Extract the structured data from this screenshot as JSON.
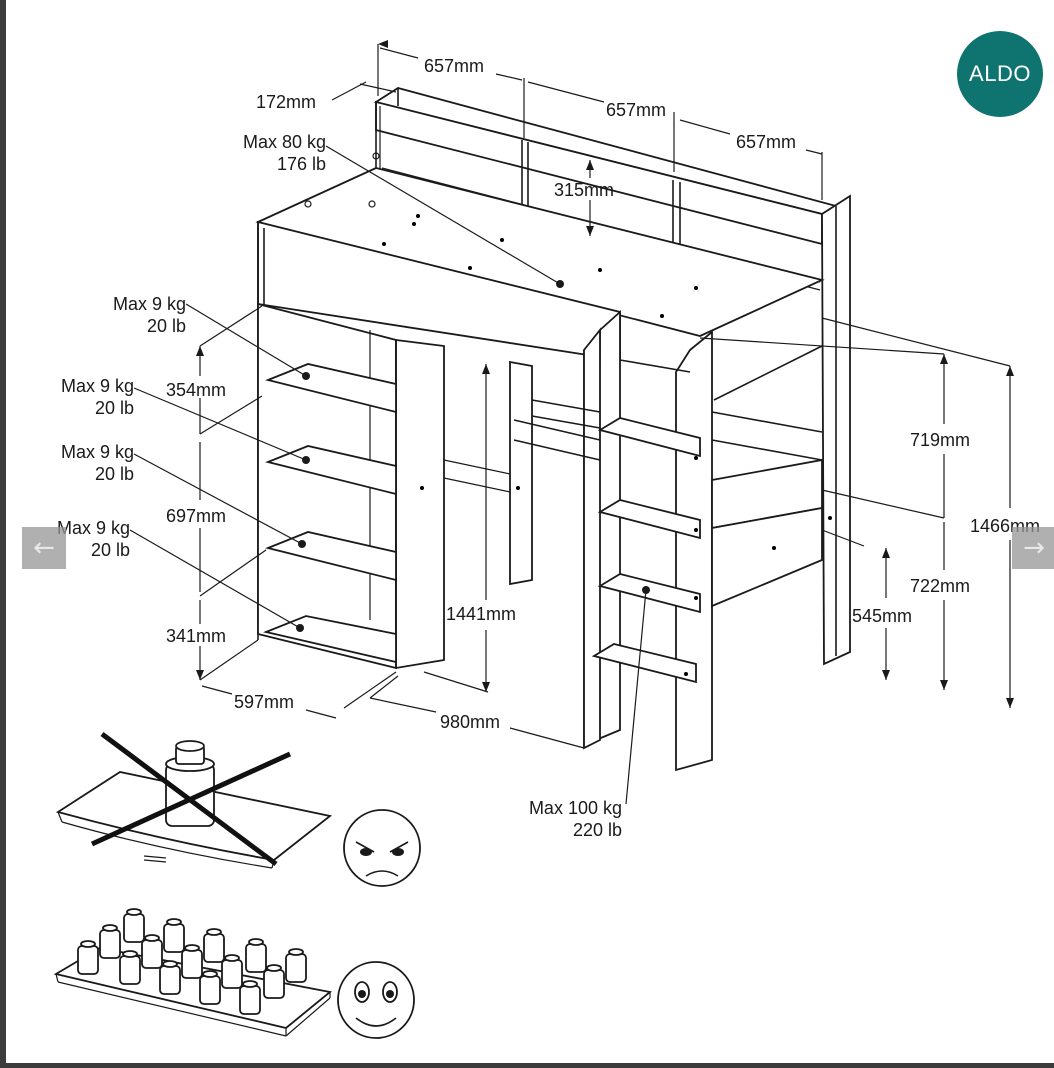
{
  "brand": {
    "logo_text": "ALDO",
    "logo_color": "#0f7470"
  },
  "navigation": {
    "prev_icon": "arrow-left-icon",
    "next_icon": "arrow-right-icon",
    "prev_glyph": "←",
    "next_glyph": "→"
  },
  "dimensions": {
    "top_width_1": "657mm",
    "top_width_2": "657mm",
    "top_width_3": "657mm",
    "top_depth": "172mm",
    "top_shelf_height": "315mm",
    "shelf_gap_1": "354mm",
    "shelf_gap_2": "697mm",
    "shelf_gap_3": "341mm",
    "cabinet_width": "597mm",
    "overall_depth": "980mm",
    "ladder_height": "1441mm",
    "underbed_clearance": "719mm",
    "overall_height": "1466mm",
    "desk_height": "722mm",
    "desk_lower": "545mm"
  },
  "loads": {
    "bed": {
      "kg": "Max 80 kg",
      "lb": "176 lb"
    },
    "shelf_1": {
      "kg": "Max 9 kg",
      "lb": "20 lb"
    },
    "shelf_2": {
      "kg": "Max 9 kg",
      "lb": "20 lb"
    },
    "shelf_3": {
      "kg": "Max 9 kg",
      "lb": "20 lb"
    },
    "shelf_4": {
      "kg": "Max 9 kg",
      "lb": "20 lb"
    },
    "ladder": {
      "kg": "Max 100 kg",
      "lb": "220 lb"
    }
  }
}
